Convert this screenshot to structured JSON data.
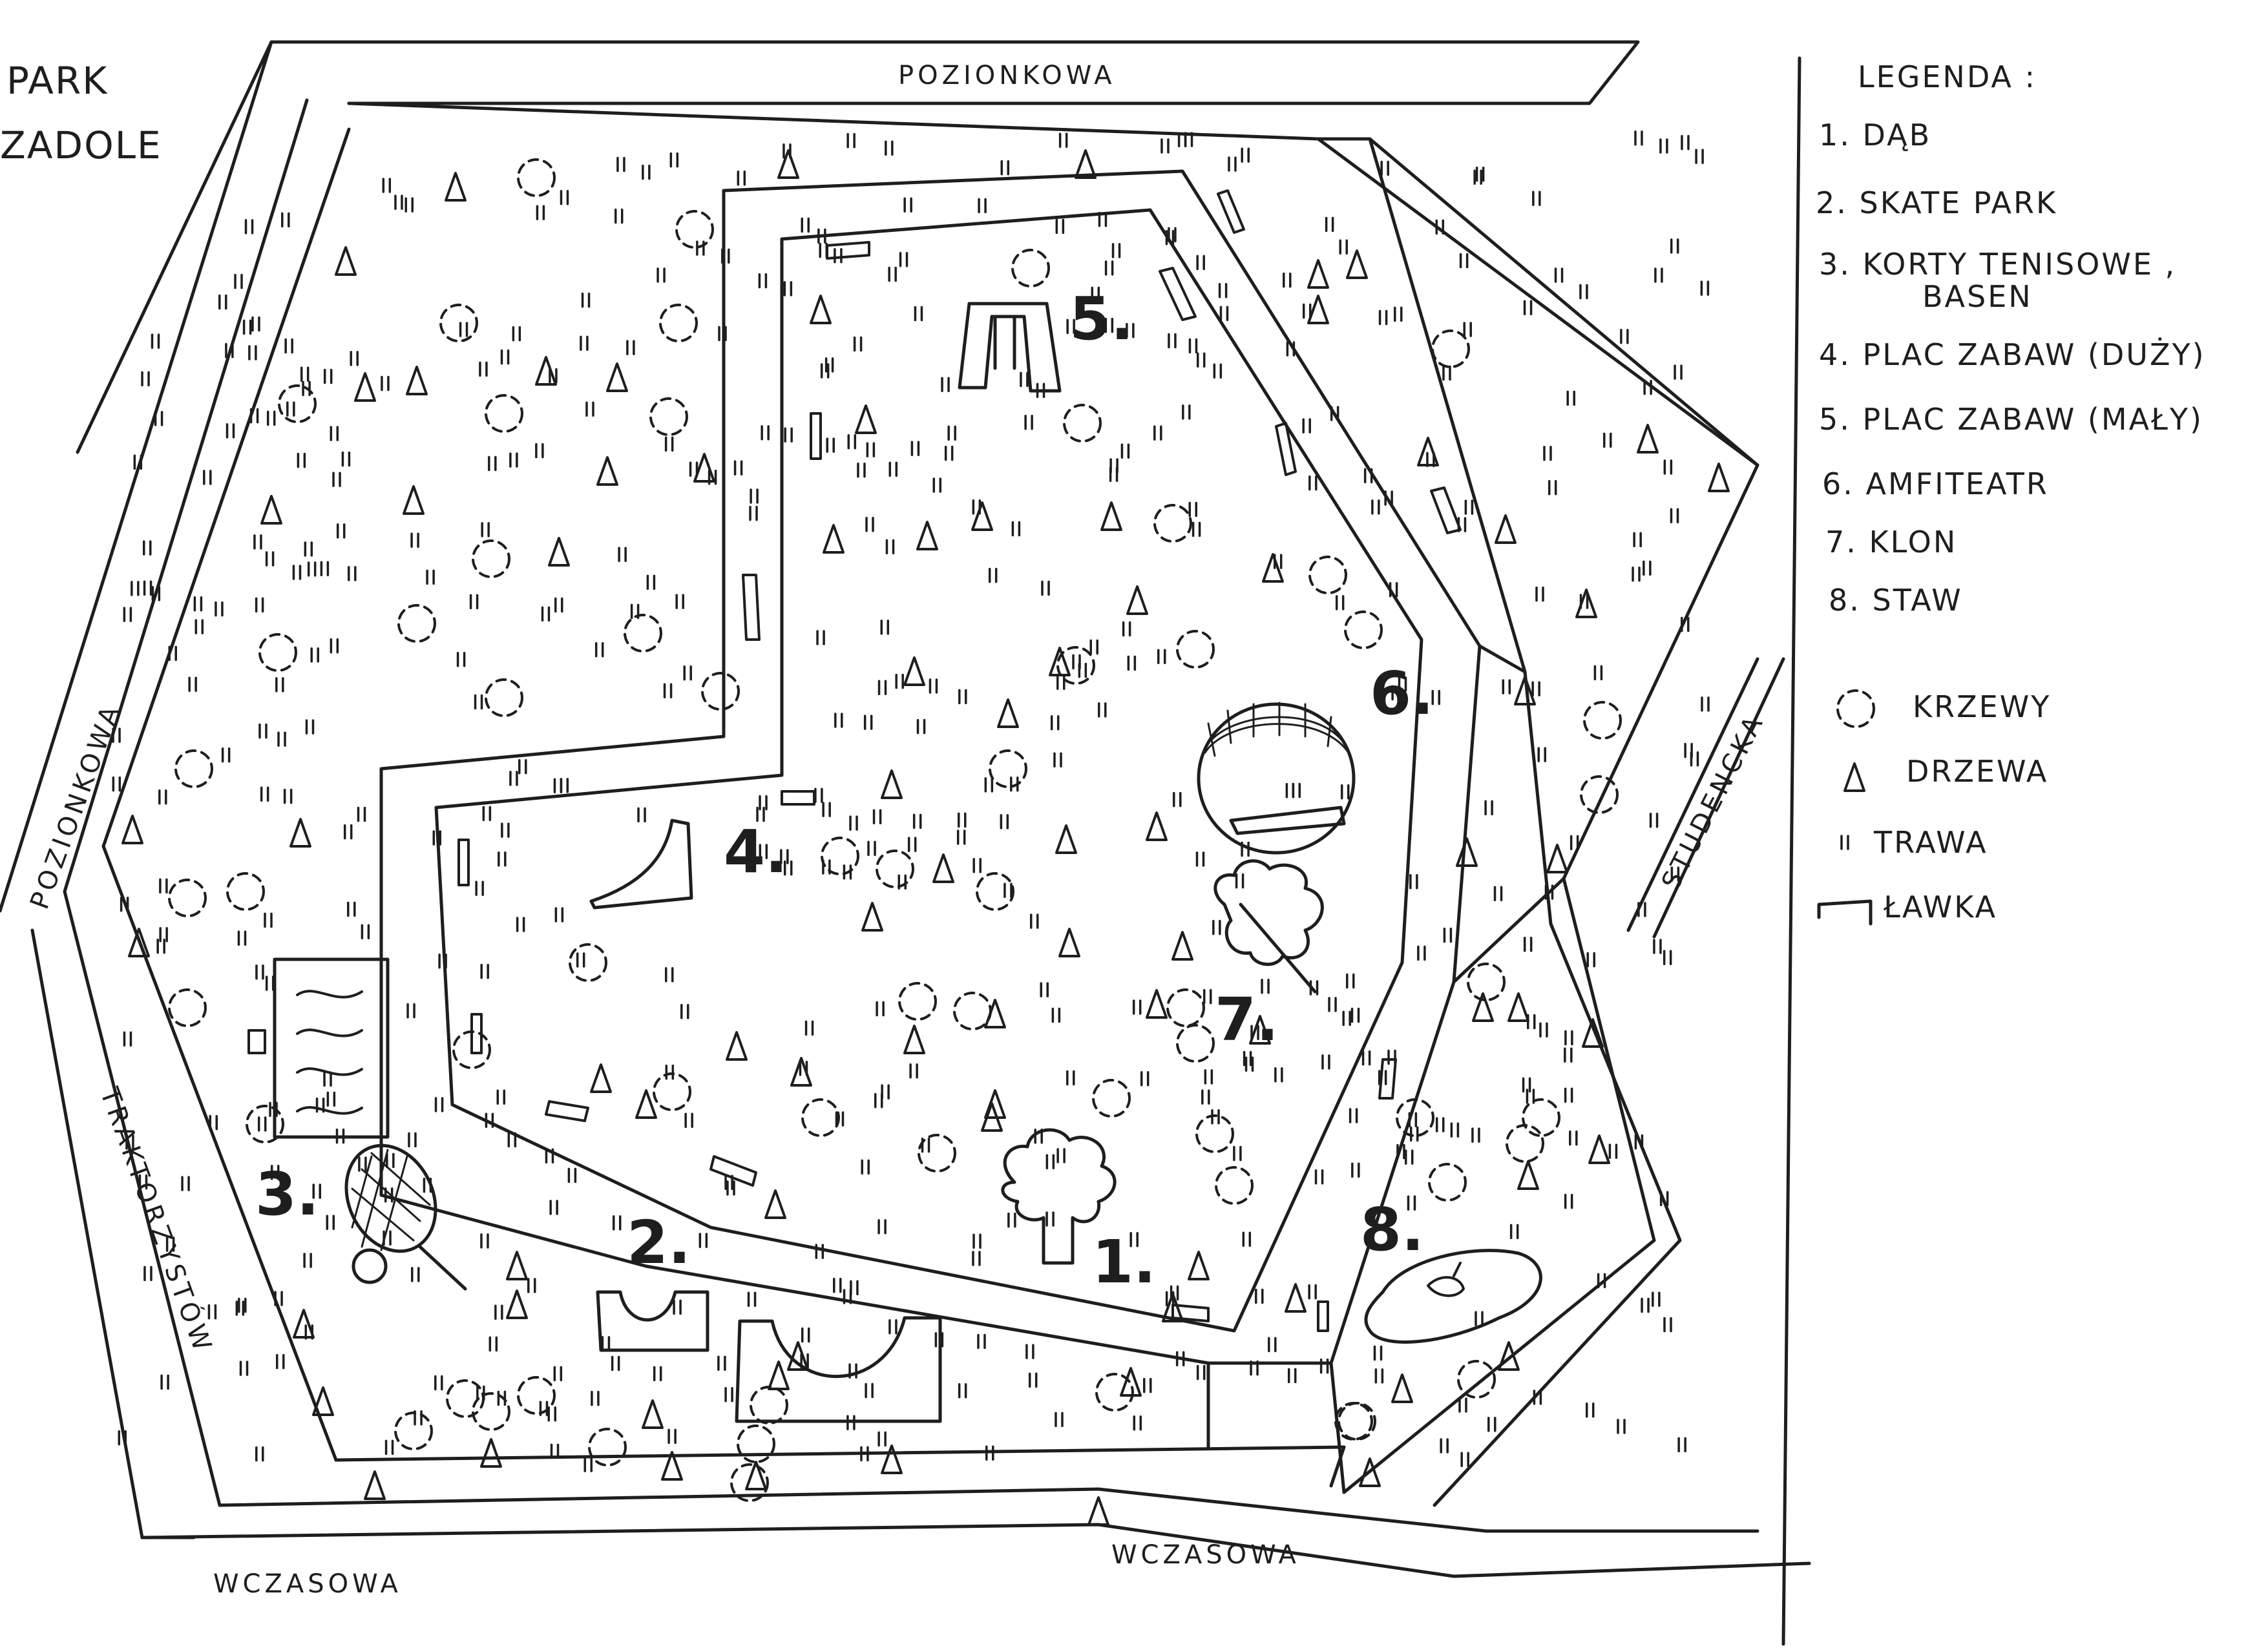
{
  "title": {
    "line1": "PARK",
    "line2": "ZADOLE"
  },
  "streets": {
    "top": "POZIONKOWA",
    "left": "POZIONKOWA",
    "lower_left": "TRAKTORZYSTÓW",
    "bottom_left": "WCZASOWA",
    "bottom_mid": "WCZASOWA",
    "right": "STUDENCKA"
  },
  "map_numbers": {
    "oak": "1.",
    "skatepark": "2.",
    "tennis": "3.",
    "playground_big": "4.",
    "playground_small": "5.",
    "amphitheatre": "6.",
    "maple": "7.",
    "pond": "8."
  },
  "legend": {
    "heading": "LEGENDA :",
    "items": [
      "1. DĄB",
      "2. SKATE PARK",
      "3. KORTY TENISOWE ,",
      "BASEN",
      "4. PLAC ZABAW (DUŻY)",
      "5. PLAC ZABAW (MAŁY)",
      "6. AMFITEATR",
      "7. KLON",
      "8. STAW"
    ],
    "symbols": {
      "shrubs": "KRZEWY",
      "trees": "DRZEWA",
      "grass": "TRAWA",
      "bench": "ŁAWKA"
    }
  }
}
